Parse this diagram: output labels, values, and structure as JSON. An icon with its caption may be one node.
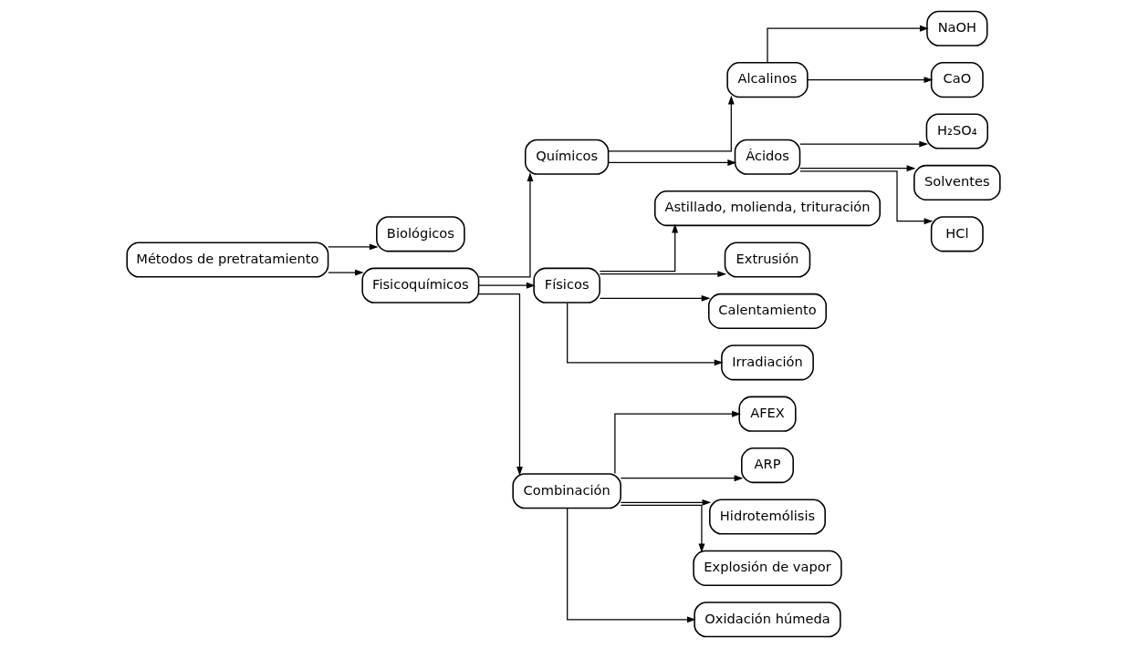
{
  "diagram": {
    "nodes": [
      {
        "text": [
          "Métodos de pretratamiento"
        ]
      },
      {
        "text": [
          "Biológicos"
        ]
      },
      {
        "text": [
          "Fisicoquímicos"
        ]
      },
      {
        "text": [
          "Químicos"
        ]
      },
      {
        "text": [
          "Alcalinos"
        ]
      },
      {
        "text": [
          "NaOH"
        ]
      },
      {
        "text": [
          "CaO"
        ]
      },
      {
        "text": [
          "Ácidos"
        ]
      },
      {
        "text": [
          "H₂SO₄"
        ]
      },
      {
        "text": [
          "Solventes"
        ]
      },
      {
        "text": [
          "HCl"
        ]
      },
      {
        "text": [
          "Físicos"
        ]
      },
      {
        "text": [
          "Astillado, molienda, trituración"
        ]
      },
      {
        "text": [
          "Extrusión"
        ]
      },
      {
        "text": [
          "Calentamiento"
        ]
      },
      {
        "text": [
          "Irradiación"
        ]
      },
      {
        "text": [
          "Combinación"
        ]
      },
      {
        "text": [
          "AFEX"
        ]
      },
      {
        "text": [
          "ARP"
        ]
      },
      {
        "text": [
          "Hidrotemólisis"
        ]
      },
      {
        "text": [
          "Explosión de vapor"
        ]
      },
      {
        "text": [
          "Oxidación húmeda"
        ]
      }
    ],
    "edges": [
      {
        "from": 0,
        "to": 1,
        "arrow": "to"
      },
      {
        "from": 0,
        "to": 2,
        "arrow": "to"
      },
      {
        "from": 2,
        "to": 3,
        "arrow": "to"
      },
      {
        "from": 3,
        "to": 4,
        "arrow": "to"
      },
      {
        "from": 4,
        "to": 5,
        "arrow": "to"
      },
      {
        "from": 4,
        "to": 6,
        "arrow": "to"
      },
      {
        "from": 3,
        "to": 7,
        "arrow": "to"
      },
      {
        "from": 7,
        "to": 8,
        "arrow": "to"
      },
      {
        "from": 7,
        "to": 9,
        "arrow": "to"
      },
      {
        "from": 7,
        "to": 10,
        "arrow": "to"
      },
      {
        "from": 2,
        "to": 11,
        "arrow": "to"
      },
      {
        "from": 11,
        "to": 12,
        "arrow": "to"
      },
      {
        "from": 11,
        "to": 13,
        "arrow": "to"
      },
      {
        "from": 11,
        "to": 14,
        "arrow": "to"
      },
      {
        "from": 11,
        "to": 15,
        "arrow": "to"
      },
      {
        "from": 2,
        "to": 16,
        "arrow": "to"
      },
      {
        "from": 16,
        "to": 17,
        "arrow": "to"
      },
      {
        "from": 16,
        "to": 18,
        "arrow": "to"
      },
      {
        "from": 16,
        "to": 19,
        "arrow": "to"
      },
      {
        "from": 16,
        "to": 20,
        "arrow": "to"
      },
      {
        "from": 16,
        "to": 21,
        "arrow": "to"
      }
    ]
  }
}
